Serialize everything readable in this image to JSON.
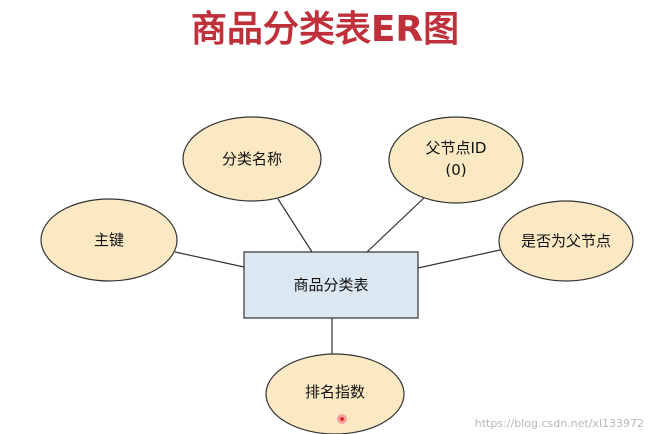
{
  "title": "商品分类表ER图",
  "entity": {
    "label": "商品分类表"
  },
  "attributes": {
    "category_name": "分类名称",
    "parent_id_line1": "父节点ID",
    "parent_id_line2": "(0)",
    "primary_key": "主键",
    "is_parent": "是否为父节点",
    "sort_index": "排名指数"
  },
  "colors": {
    "title": "#c0303a",
    "attribute_fill": "#fbe9c4",
    "entity_fill": "#dbe7f1",
    "stroke": "#333333",
    "watermark": "#b8b8b8",
    "dot": "#e0302c"
  },
  "watermark": "https://blog.csdn.net/xl133972"
}
